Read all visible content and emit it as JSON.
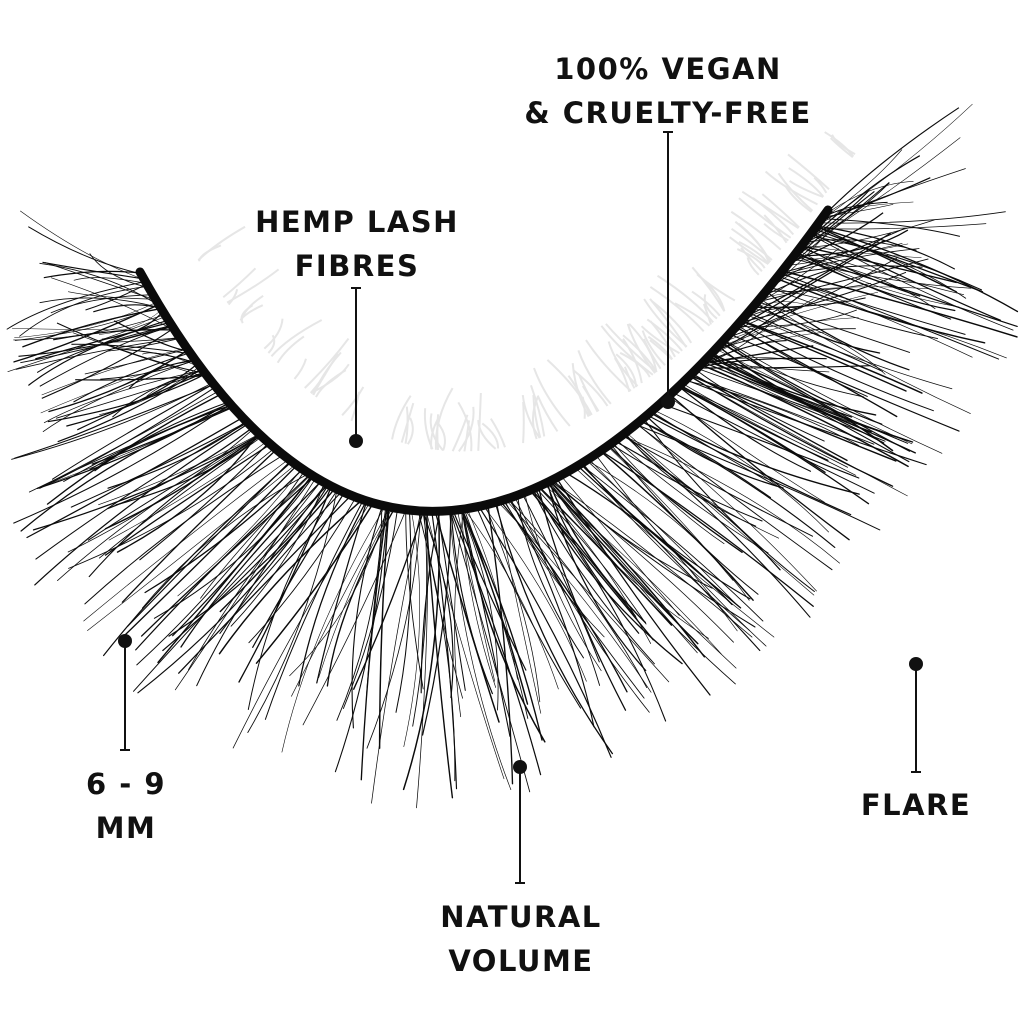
{
  "labels": {
    "hemp": [
      "HEMP LASH",
      "FIBRES"
    ],
    "vegan": [
      "100% VEGAN",
      "& CRUELTY-FREE"
    ],
    "length": [
      "6 - 9",
      "MM"
    ],
    "volume": [
      "NATURAL",
      "VOLUME"
    ],
    "flare": [
      "FLARE"
    ]
  },
  "colors": {
    "text": "#111111",
    "lash": "#0b0b0b",
    "shadow": "#e6e6e6",
    "background": "#ffffff"
  }
}
